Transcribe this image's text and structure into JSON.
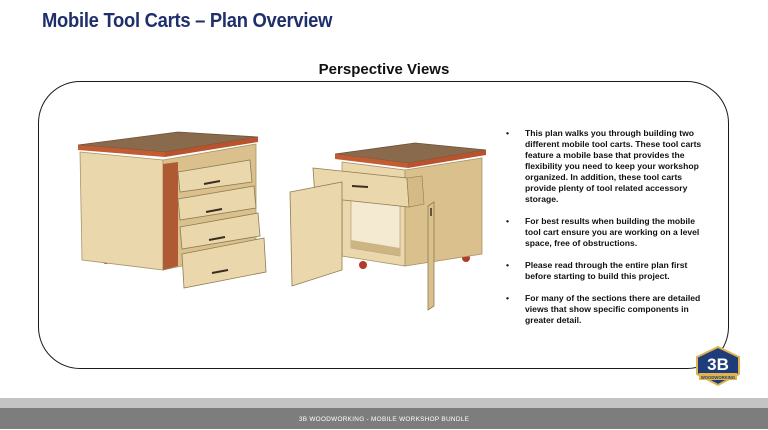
{
  "page": {
    "title": "Mobile Tool Carts – Plan Overview",
    "section_heading": "Perspective Views"
  },
  "bullets": [
    {
      "marker": "•",
      "text": "This plan walks you through building two different mobile tool carts.  These tool carts feature a mobile base that provides the flexibility you need to keep your workshop organized.  In addition, these tool carts provide plenty of tool related accessory storage."
    },
    {
      "marker": "•",
      "text": "For best results when building the mobile tool cart ensure you are working on  a level space, free of obstructions."
    },
    {
      "marker": "•",
      "text": "Please read through the entire plan first before starting to build this project."
    },
    {
      "marker": "•",
      "text": "For many of the sections there are detailed views that show specific components in greater detail."
    }
  ],
  "logo": {
    "text": "3B",
    "sub": "WOODWORKING"
  },
  "footer": {
    "text": "3B WOODWORKING - MOBILE WORKSHOP BUNDLE"
  },
  "colors": {
    "title": "#1f2f6b",
    "plywood": "#e6d3a6",
    "top_edge": "#c25c33",
    "top_surface": "#8a6a4c",
    "footer": "#7d7d7d"
  }
}
